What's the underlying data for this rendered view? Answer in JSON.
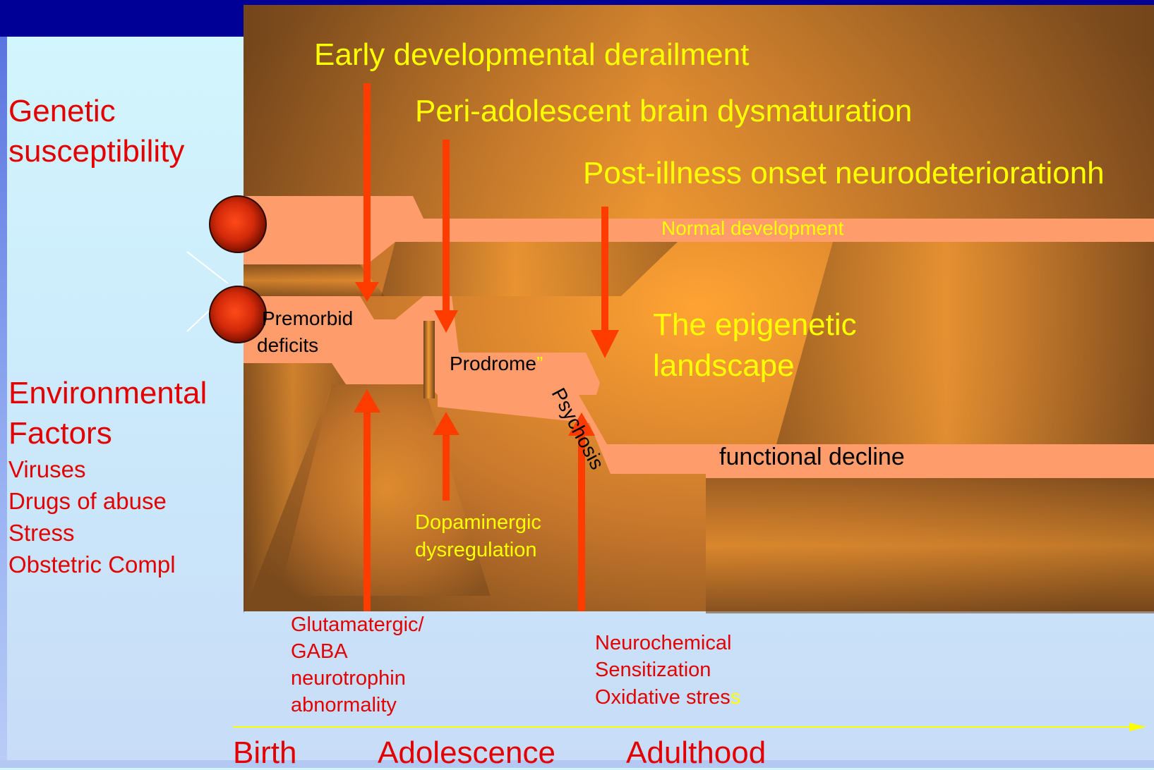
{
  "left_labels": {
    "genetic": [
      "Genetic",
      "susceptibility"
    ],
    "environmental": [
      "Environmental",
      "Factors"
    ],
    "environmental_items": [
      "Viruses",
      "Drugs of abuse",
      "Stress",
      "Obstetric Compl"
    ]
  },
  "stages": {
    "early": "Early developmental derailment",
    "peri": "Peri-adolescent brain dysmaturation",
    "post": "Post-illness onset neurodeteriorationh"
  },
  "landscape": {
    "normal_development": "Normal development",
    "title_lines": [
      "The epigenetic",
      "landscape"
    ],
    "premorbid_lines": [
      "Premorbid",
      "deficits"
    ],
    "prodrome": "Prodrome",
    "prodrome_quote": "”",
    "psychosis": "Psychosis",
    "functional_decline": "functional decline"
  },
  "mechanisms": {
    "glutamatergic": [
      "Glutamatergic/",
      "GABA",
      "neurotrophin",
      "abnormality"
    ],
    "dopaminergic": [
      "Dopaminergic",
      "dysregulation"
    ],
    "neurochemical": [
      "Neurochemical",
      "Sensitization"
    ],
    "oxidative_main": "Oxidative stres",
    "oxidative_tail": "s"
  },
  "timeline": {
    "birth": "Birth",
    "adolescence": "Adolescence",
    "adulthood": "Adulthood"
  },
  "colors": {
    "background": "#d3f7fd",
    "top_bar": "#000096",
    "arrow": "#ff3c00",
    "path": "#ff9c6b",
    "label_red": "#e30000",
    "label_yellow": "#ffff00",
    "timeline_axis": "#ffff00"
  }
}
